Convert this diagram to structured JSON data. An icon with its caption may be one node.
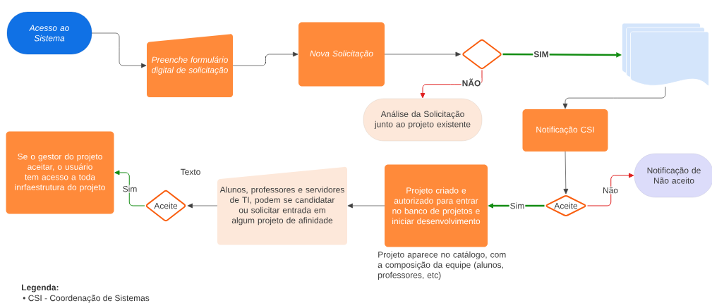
{
  "diagram": {
    "nodes": [
      {
        "text": [
          "Acesso ao Sistema"
        ]
      },
      {
        "text": [
          "Preenche formulário digital de solicitação"
        ]
      },
      {
        "text": [
          "Nova Solicitação"
        ]
      },
      {
        "text": [],
        "shape": "diamond"
      },
      {
        "text": [],
        "shape": "document"
      },
      {
        "text": [
          "Análise da Solicitação junto ao projeto existente"
        ]
      },
      {
        "text": [
          "Notificação CSI"
        ]
      },
      {
        "text": [
          "Notificação de Não aceito"
        ]
      },
      {
        "text": [
          "Aceite"
        ]
      },
      {
        "text": [
          "Projeto criado e autorizado para entrar no banco de projetos e iniciar desenvolvimento"
        ],
        "beside": [
          "Projeto aparece no catálogo, com a composição da equipe (alunos, professores, etc)"
        ]
      },
      {
        "text": [
          "Alunos, professores e servidores de TI, podem se candidatar ou solicitar entrada em algum projeto de afinidade"
        ]
      },
      {
        "text": [
          "Aceite"
        ]
      },
      {
        "text": [
          "Se o gestor do projeto aceitar, o usuário tem acesso a toda inrfaestrutura do projeto"
        ]
      }
    ],
    "edges": [
      {
        "from": 0,
        "to": 1,
        "arrow": "to"
      },
      {
        "from": 1,
        "to": 2,
        "arrow": "to"
      },
      {
        "from": 2,
        "to": 3,
        "arrow": "to"
      },
      {
        "from": 3,
        "to": 4,
        "arrow": "to",
        "label": "SIM",
        "style": "thick",
        "color": "#128c12"
      },
      {
        "from": 3,
        "to": 5,
        "arrow": "to",
        "label": "NÃO",
        "color": "#e02020"
      },
      {
        "from": 4,
        "to": 6,
        "arrow": "to"
      },
      {
        "from": 6,
        "to": 8,
        "arrow": "to"
      },
      {
        "from": 8,
        "to": 7,
        "arrow": "to",
        "label": "Não",
        "color": "#e02020"
      },
      {
        "from": 8,
        "to": 9,
        "arrow": "to",
        "label": "Sim",
        "style": "thick",
        "color": "#128c12"
      },
      {
        "from": 9,
        "to": 10,
        "arrow": "to"
      },
      {
        "from": 10,
        "to": 11,
        "arrow": "to"
      },
      {
        "from": 11,
        "to": 12,
        "arrow": "to",
        "label": "Sim",
        "color": "#128c12"
      }
    ],
    "labels": [
      "Texto",
      "Legenda:",
      "• CSI - Coordenação de Sistemas"
    ]
  }
}
